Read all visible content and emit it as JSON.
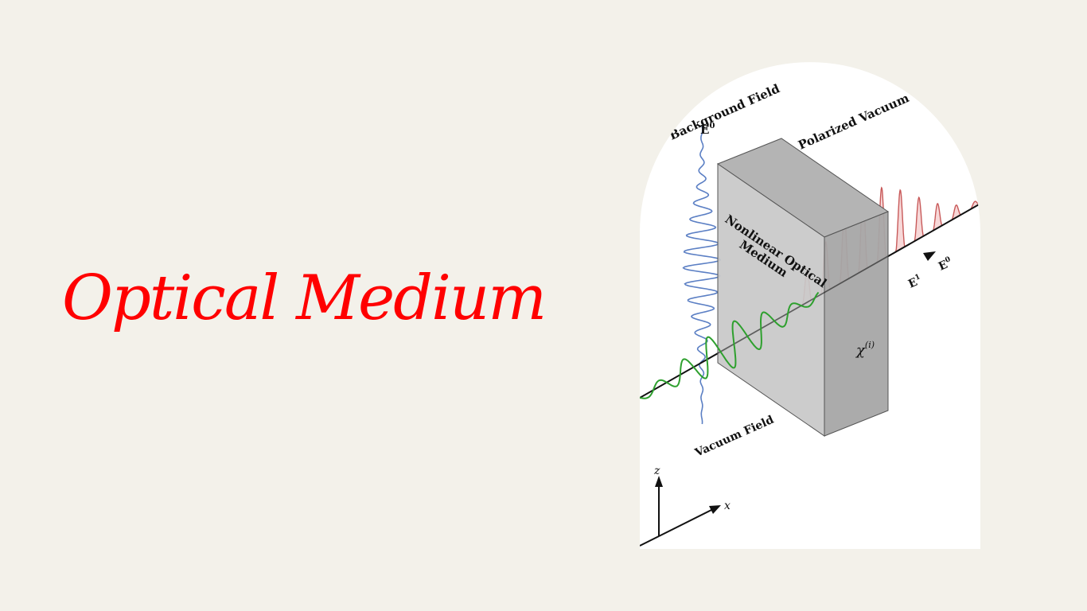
{
  "slide": {
    "title": "Optical Medium"
  },
  "diagram": {
    "labels": {
      "background_field": "Background Field",
      "background_field_symbol": "E",
      "background_field_sup": "0",
      "polarized_vacuum": "Polarized Vacuum",
      "medium_line1": "Nonlinear Optical",
      "medium_line2": "Medium",
      "susceptibility": "χ",
      "susceptibility_sup": "(i)",
      "e1_symbol": "E",
      "e1_sup": "1",
      "e0_symbol": "E",
      "e0_sup": "0",
      "vacuum_field": "Vacuum Field",
      "axis_z": "z",
      "axis_x": "x"
    },
    "colors": {
      "background_field_wave": "#5b7fc4",
      "vacuum_field_wave": "#2ea02e",
      "polarized_wave_stroke": "#c85a5a",
      "polarized_wave_fill": "#f0b8b8",
      "medium_front": "#c4c4c4",
      "medium_side": "#a8a8a8",
      "medium_top": "#b6b6b6",
      "title_color": "#ff0000"
    }
  }
}
